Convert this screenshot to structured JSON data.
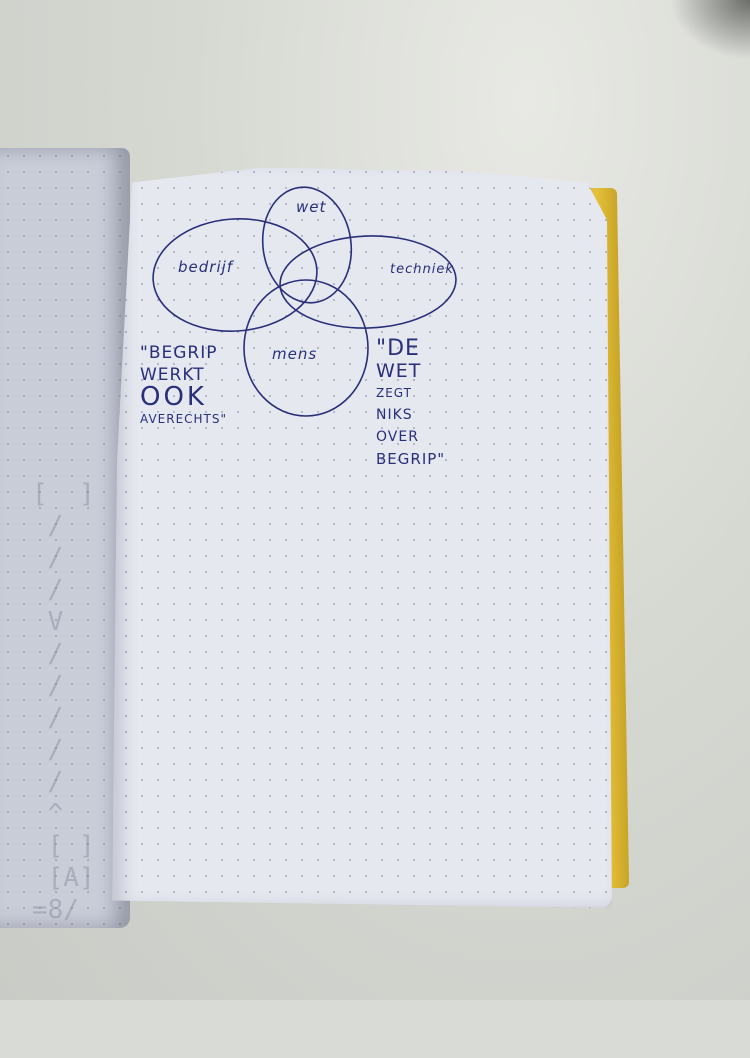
{
  "venn": {
    "circles": [
      "wet",
      "bedrijf",
      "techniek",
      "mens"
    ]
  },
  "quote_left": {
    "lines": [
      "\"BEGRIP",
      "WERKT",
      "OOK",
      "AVERECHTS\""
    ]
  },
  "quote_right": {
    "lines": [
      "\"DE",
      "WET",
      "ZEGT",
      "NIKS",
      "OVER",
      "BEGRIP\""
    ]
  },
  "colors": {
    "ink": "#2a2f7a",
    "paper": "#e6e8f0",
    "spine": "#e6c23a"
  }
}
